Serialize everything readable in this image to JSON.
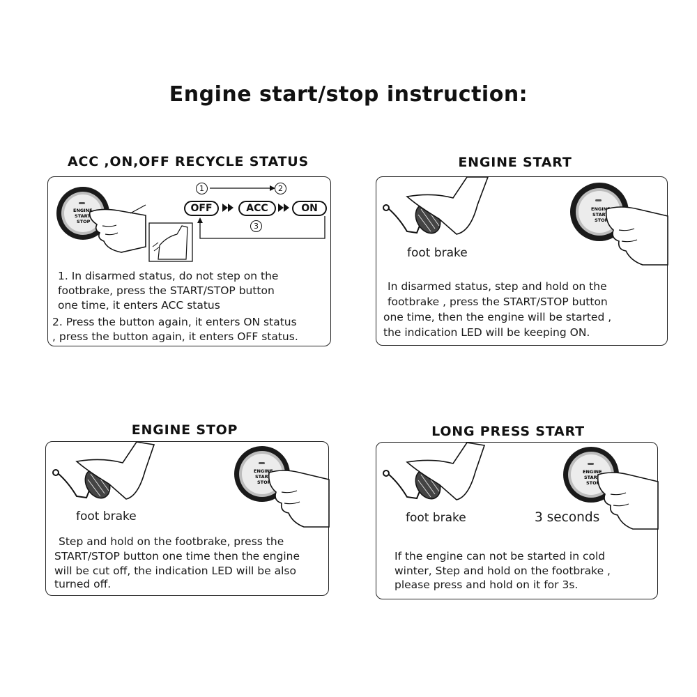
{
  "title": "Engine start/stop  instruction:",
  "button_face": {
    "line1": "ENGINE",
    "line2": "START",
    "line3": "STOP"
  },
  "panels": {
    "recycle": {
      "heading": "ACC ,ON,OFF RECYCLE STATUS",
      "states": [
        "OFF",
        "ACC",
        "ON"
      ],
      "steps": [
        "1",
        "2",
        "3"
      ],
      "lines": [
        "1. In disarmed status, do not step on the",
        "footbrake, press the START/STOP button",
        "one time, it enters ACC  status",
        "2. Press the button again, it enters ON status",
        ", press the button again, it enters OFF status."
      ]
    },
    "start": {
      "heading": "ENGINE START",
      "brake_label": "foot brake",
      "lines": [
        "In disarmed status, step and  hold on the",
        "footbrake , press the START/STOP button",
        "one time, then the engine will be started ,",
        "the indication LED will be keeping ON."
      ]
    },
    "stop": {
      "heading": "ENGINE STOP",
      "brake_label": "foot brake",
      "lines": [
        "Step and hold on the footbrake, press the",
        "START/STOP button one time then the engine",
        "will be cut off, the indication LED will be also",
        "turned  off."
      ]
    },
    "long": {
      "heading": "LONG PRESS START",
      "brake_label": "foot brake",
      "duration_label": "3  seconds",
      "lines": [
        "If the engine can not be started in cold",
        "winter, Step and hold on the footbrake ,",
        "please press and hold on it for 3s."
      ]
    }
  },
  "colors": {
    "ink": "#111111",
    "button_ring": "#1a1a1a",
    "button_face": "#e9e9e9",
    "led": "#555555"
  }
}
